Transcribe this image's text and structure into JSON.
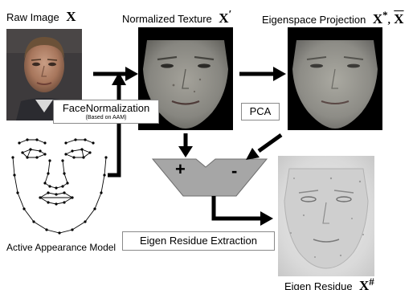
{
  "diagram": {
    "raw_image": {
      "label": "Raw Image",
      "symbol": "X"
    },
    "normalized_texture": {
      "label": "Normalized Texture",
      "symbol": "X",
      "prime": "′"
    },
    "eigenspace_projection": {
      "label": "Eigenspace Projection",
      "symbol_star": "X",
      "star": "*",
      "separator": ",",
      "symbol_bar": "X"
    },
    "face_normalization": {
      "title": "FaceNormalization",
      "subtitle": "(Based on AAM)"
    },
    "pca": {
      "label": "PCA"
    },
    "aam": {
      "label": "Active Appearance Model"
    },
    "subtractor": {
      "plus": "+",
      "minus": "-"
    },
    "residue_extraction": {
      "label": "Eigen Residue Extraction"
    },
    "eigen_residue": {
      "label": "Eigen Residue",
      "symbol": "X",
      "sharp": "#"
    }
  },
  "colors": {
    "arrow": "#000000",
    "subtractor_fill": "#a6a6a6",
    "box_border": "#8a8a8a",
    "face_background": "#000000",
    "residue_background": "#d6d6d6"
  }
}
